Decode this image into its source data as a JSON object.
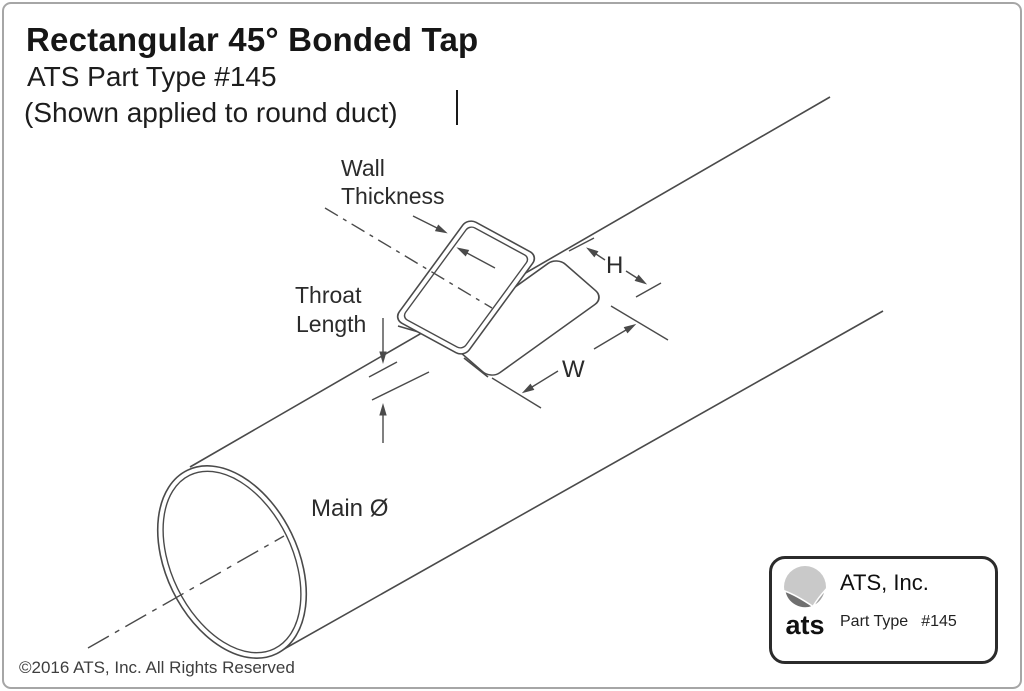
{
  "header": {
    "title": "Rectangular 45° Bonded Tap",
    "subtitle": "ATS Part Type #145",
    "note": "(Shown applied to round duct)"
  },
  "diagram": {
    "labels": {
      "wall_line1": "Wall",
      "wall_line2": "Thickness",
      "throat_line1": "Throat",
      "throat_line2": "Length",
      "main_diameter": "Main Ø",
      "height_dim": "H",
      "width_dim": "W"
    }
  },
  "logo_box": {
    "logo_text": "ats",
    "company_name": "ATS, Inc.",
    "part_type_label": "Part Type",
    "part_type_value": "#145"
  },
  "footer": {
    "copyright": "©2016 ATS, Inc. All Rights Reserved"
  },
  "colors": {
    "line": "#4a4a4a",
    "text": "#2b2b2b",
    "frame_border": "#a6a6a6",
    "logo_border": "#2b2b2b"
  }
}
